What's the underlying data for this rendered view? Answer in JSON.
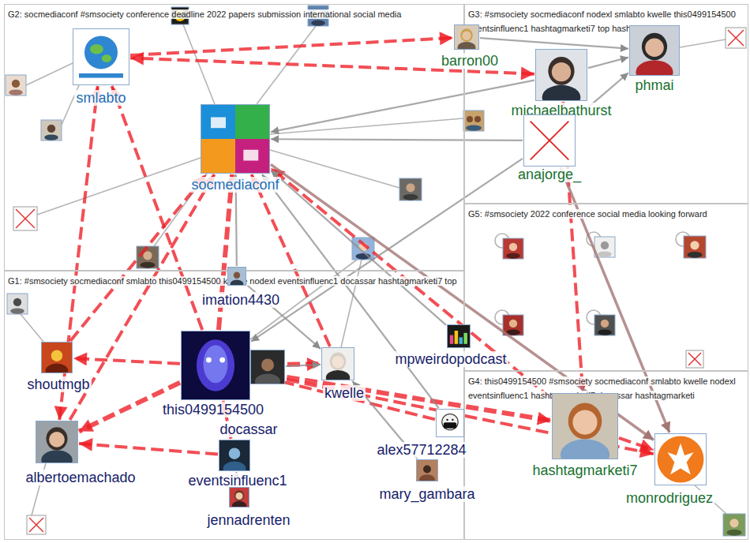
{
  "diagram": {
    "nodes": [
      {
        "text": [
          "G2: socmediaconf #smsociety conference deadline 2022 papers submission international social media"
        ]
      },
      {
        "text": [
          "G3: #smsociety socmediaconf nodexl smlabto kwelle this0499154500 eventsinfluenc1 hashtagmarketi7 top hashtags"
        ]
      },
      {
        "text": [
          "G5: #smsociety 2022 conference social media looking forward"
        ]
      },
      {
        "text": [
          "G1: #smsociety socmediaconf smlabto this0499154500 kwelle nodexl eventsinfluenc1 docassar hashtagmarketi7 top"
        ]
      },
      {
        "text": [
          "G4: this0499154500 #smsociety socmediaconf smlabto kwelle nodexl eventsinfluenc1 hashtagmarketi7 docassar hashtagmarketi"
        ]
      },
      {
        "text": [
          "smlabto"
        ],
        "in": 0
      },
      {
        "text": [
          "barron00"
        ],
        "in": 1
      },
      {
        "text": [
          "phmai"
        ],
        "in": 1
      },
      {
        "text": [
          "michaelbathurst"
        ],
        "in": 1
      },
      {
        "text": [
          "anajorge_"
        ],
        "in": 1
      },
      {
        "text": [
          "socmediaconf"
        ],
        "in": 0
      },
      {
        "text": [
          "imation4430"
        ],
        "in": 3
      },
      {
        "text": [
          "shoutmgb"
        ],
        "in": 3
      },
      {
        "text": [
          "this0499154500"
        ],
        "in": 3
      },
      {
        "text": [
          "kwelle"
        ],
        "in": 3
      },
      {
        "text": [
          "mpweirdopodcast"
        ],
        "in": 3
      },
      {
        "text": [
          "docassar"
        ],
        "in": 3
      },
      {
        "text": [
          "albertoemachado"
        ],
        "in": 3
      },
      {
        "text": [
          "eventsinfluenc1"
        ],
        "in": 3
      },
      {
        "text": [
          "alex57712284"
        ],
        "in": 3
      },
      {
        "text": [
          "mary_gambara"
        ],
        "in": 3
      },
      {
        "text": [
          "jennadrenten"
        ],
        "in": 3
      },
      {
        "text": [
          "hashtagmarketi7"
        ],
        "in": 4
      },
      {
        "text": [
          "monrodriguez"
        ],
        "in": 4
      }
    ],
    "edges": [
      {
        "from": 13,
        "to": 10,
        "arrow": "to"
      },
      {
        "from": 13,
        "to": 5,
        "arrow": "to"
      },
      {
        "from": 17,
        "to": 5,
        "arrow": "both"
      },
      {
        "from": 13,
        "to": 22,
        "arrow": "to"
      },
      {
        "from": 22,
        "to": 10,
        "arrow": "to"
      },
      {
        "from": 8,
        "to": 5,
        "arrow": "both"
      },
      {
        "from": 13,
        "to": 14,
        "arrow": "both"
      },
      {
        "from": 13,
        "to": 17,
        "arrow": "to"
      },
      {
        "from": 13,
        "to": 12,
        "arrow": "to"
      },
      {
        "from": 18,
        "to": 13,
        "arrow": "to"
      },
      {
        "from": 19,
        "to": 13,
        "arrow": "to"
      },
      {
        "from": 22,
        "to": 23,
        "arrow": "to"
      },
      {
        "from": 8,
        "to": 22,
        "arrow": "to"
      },
      {
        "from": 14,
        "to": 10,
        "arrow": "to"
      },
      {
        "from": 13,
        "to": 23,
        "arrow": "to"
      },
      {
        "from": 17,
        "to": 10,
        "arrow": "to"
      },
      {
        "from": 5,
        "to": 6,
        "arrow": "to"
      },
      {
        "from": 12,
        "to": 10,
        "arrow": "to"
      },
      {
        "from": 18,
        "to": 17,
        "arrow": "to"
      },
      {
        "from": 8,
        "to": 7,
        "arrow": "to"
      },
      {
        "from": 9,
        "to": 7,
        "arrow": "to"
      },
      {
        "from": 8,
        "to": 10,
        "arrow": "to"
      },
      {
        "from": 9,
        "to": 10,
        "arrow": "to"
      },
      {
        "from": 9,
        "to": 13,
        "arrow": "to"
      },
      {
        "from": 15,
        "to": 10,
        "arrow": "to"
      },
      {
        "from": 11,
        "to": 10,
        "arrow": "to"
      },
      {
        "from": 16,
        "to": 14,
        "arrow": "to"
      },
      {
        "from": 20,
        "to": 14,
        "arrow": "to"
      },
      {
        "from": 19,
        "to": 10,
        "arrow": "to"
      },
      {
        "from": 21,
        "to": 18,
        "arrow": "to"
      },
      {
        "from": 9,
        "to": 23,
        "arrow": "to"
      },
      {
        "from": 10,
        "to": 23,
        "arrow": "to"
      },
      {
        "from": 11,
        "to": 14,
        "arrow": "to"
      },
      {
        "from": 6,
        "to": 7,
        "arrow": "to"
      }
    ]
  }
}
